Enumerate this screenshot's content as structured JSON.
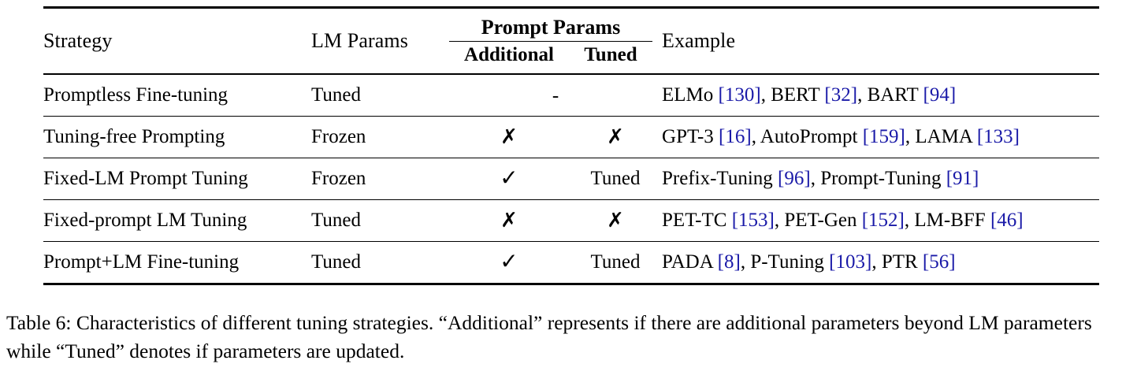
{
  "table": {
    "columns": {
      "strategy": "Strategy",
      "lm_params": "LM Params",
      "prompt_params_group": "Prompt Params",
      "prompt_params_additional": "Additional",
      "prompt_params_tuned": "Tuned",
      "example": "Example"
    },
    "rows": [
      {
        "strategy": "Promptless Fine-tuning",
        "lm_params": "Tuned",
        "additional": "-",
        "additional_kind": "dash",
        "tuned": "",
        "tuned_kind": "none",
        "example_parts": [
          {
            "text": "ELMo ",
            "cite": false
          },
          {
            "text": "[130]",
            "cite": true
          },
          {
            "text": ", BERT ",
            "cite": false
          },
          {
            "text": "[32]",
            "cite": true
          },
          {
            "text": ", BART ",
            "cite": false
          },
          {
            "text": "[94]",
            "cite": true
          }
        ]
      },
      {
        "strategy": "Tuning-free Prompting",
        "lm_params": "Frozen",
        "additional": "✗",
        "additional_kind": "cross",
        "tuned": "✗",
        "tuned_kind": "cross",
        "example_parts": [
          {
            "text": "GPT-3 ",
            "cite": false
          },
          {
            "text": "[16]",
            "cite": true
          },
          {
            "text": ", AutoPrompt ",
            "cite": false
          },
          {
            "text": "[159]",
            "cite": true
          },
          {
            "text": ", LAMA ",
            "cite": false
          },
          {
            "text": "[133]",
            "cite": true
          }
        ]
      },
      {
        "strategy": "Fixed-LM Prompt Tuning",
        "lm_params": "Frozen",
        "additional": "✓",
        "additional_kind": "check",
        "tuned": "Tuned",
        "tuned_kind": "text",
        "example_parts": [
          {
            "text": "Prefix-Tuning ",
            "cite": false
          },
          {
            "text": "[96]",
            "cite": true
          },
          {
            "text": ", Prompt-Tuning ",
            "cite": false
          },
          {
            "text": "[91]",
            "cite": true
          }
        ]
      },
      {
        "strategy": "Fixed-prompt LM Tuning",
        "lm_params": "Tuned",
        "additional": "✗",
        "additional_kind": "cross",
        "tuned": "✗",
        "tuned_kind": "cross",
        "example_parts": [
          {
            "text": "PET-TC ",
            "cite": false
          },
          {
            "text": "[153]",
            "cite": true
          },
          {
            "text": ", PET-Gen ",
            "cite": false
          },
          {
            "text": "[152]",
            "cite": true
          },
          {
            "text": ", LM-BFF ",
            "cite": false
          },
          {
            "text": "[46]",
            "cite": true
          }
        ]
      },
      {
        "strategy": "Prompt+LM Fine-tuning",
        "lm_params": "Tuned",
        "additional": "✓",
        "additional_kind": "check",
        "tuned": "Tuned",
        "tuned_kind": "text",
        "example_parts": [
          {
            "text": "PADA ",
            "cite": false
          },
          {
            "text": "[8]",
            "cite": true
          },
          {
            "text": ", P-Tuning ",
            "cite": false
          },
          {
            "text": "[103]",
            "cite": true
          },
          {
            "text": ", PTR ",
            "cite": false
          },
          {
            "text": "[56]",
            "cite": true
          }
        ]
      }
    ]
  },
  "caption": {
    "text": "Table 6: Characteristics of different tuning strategies. “Additional” represents if there are additional parameters beyond LM parameters while “Tuned” denotes if parameters are updated."
  },
  "colors": {
    "citation": "#1a1aa8",
    "text": "#000000",
    "background": "#ffffff"
  }
}
